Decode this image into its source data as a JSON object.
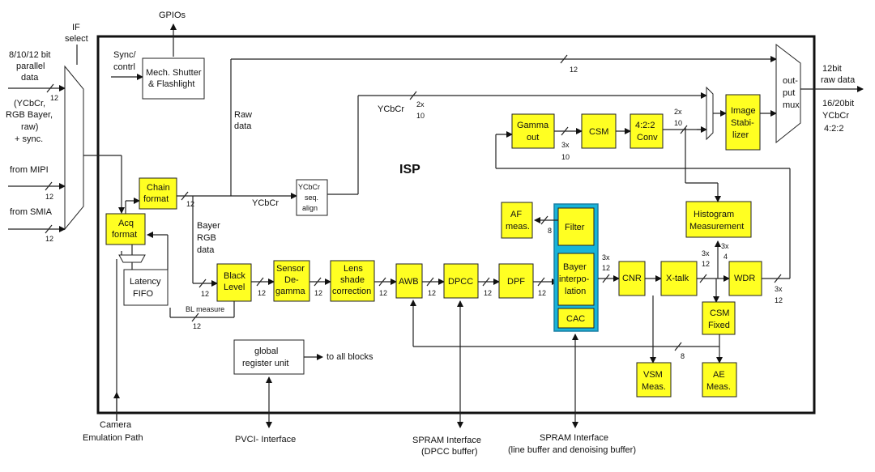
{
  "title": "ISP",
  "inputs": {
    "if_select": [
      "IF",
      "select"
    ],
    "parallel": [
      "8/10/12 bit",
      "parallel",
      "data"
    ],
    "formats": [
      "(YCbCr,",
      "RGB Bayer,",
      "raw)",
      "+ sync."
    ],
    "mipi": "from MIPI",
    "smia": "from SMIA"
  },
  "outputs": {
    "raw": [
      "12bit",
      "raw data"
    ],
    "ycbcr": [
      "16/20bit",
      "YCbCr",
      "4:2:2"
    ],
    "gpios": "GPIOs"
  },
  "blocks": {
    "mech_shutter": [
      "Mech. Shutter",
      "& Flashlight"
    ],
    "sync_ctrl": [
      "Sync/",
      "contrl"
    ],
    "chain_format": [
      "Chain",
      "format"
    ],
    "acq_format": [
      "Acq",
      "format"
    ],
    "latency_fifo": [
      "Latency",
      "FIFO"
    ],
    "ycbcr_align": [
      "YCbCr",
      "seq.",
      "align"
    ],
    "black_level": [
      "Black",
      "Level"
    ],
    "sensor_degamma": [
      "Sensor",
      "De-",
      "gamma"
    ],
    "lens_shade": [
      "Lens",
      "shade",
      "correction"
    ],
    "awb": "AWB",
    "dpcc": "DPCC",
    "dpf": "DPF",
    "af_meas": [
      "AF",
      "meas."
    ],
    "filter": "Filter",
    "bayer_interp": [
      "Bayer",
      "interpo-",
      "lation"
    ],
    "cac": "CAC",
    "cnr": "CNR",
    "xtalk": "X-talk",
    "wdr": "WDR",
    "csm_fixed": [
      "CSM",
      "Fixed"
    ],
    "vsm_meas": [
      "VSM",
      "Meas."
    ],
    "ae_meas": [
      "AE",
      "Meas."
    ],
    "histogram": [
      "Histogram",
      "Measurement"
    ],
    "gamma_out": [
      "Gamma",
      "out"
    ],
    "csm": "CSM",
    "conv422": [
      "4:2:2",
      "Conv"
    ],
    "image_stabilizer": [
      "Image",
      "Stabi-",
      "lizer"
    ],
    "output_mux": [
      "out-",
      "put",
      "mux"
    ],
    "global_register": [
      "global",
      "register unit"
    ]
  },
  "labels": {
    "raw_data": [
      "Raw",
      "data"
    ],
    "bayer_rgb": [
      "Bayer",
      "RGB",
      "data"
    ],
    "ycbcr": "YCbCr",
    "ycbcr2": "YCbCr",
    "bl_measure": "BL measure",
    "to_all_blocks": "to all blocks",
    "camera_emulation": [
      "Camera",
      "Emulation Path"
    ],
    "pvci": "PVCI- Interface",
    "spram_dpcc": [
      "SPRAM Interface",
      "(DPCC buffer)"
    ],
    "spram_line": [
      "SPRAM Interface",
      "(line buffer and denoising buffer)"
    ]
  },
  "bus_widths": {
    "b12": "12",
    "b8": "8",
    "b4": "4",
    "b3x": "3x",
    "b2x": "2x",
    "b10": "10",
    "b3x4": "3x",
    "b3x12": "3x"
  }
}
